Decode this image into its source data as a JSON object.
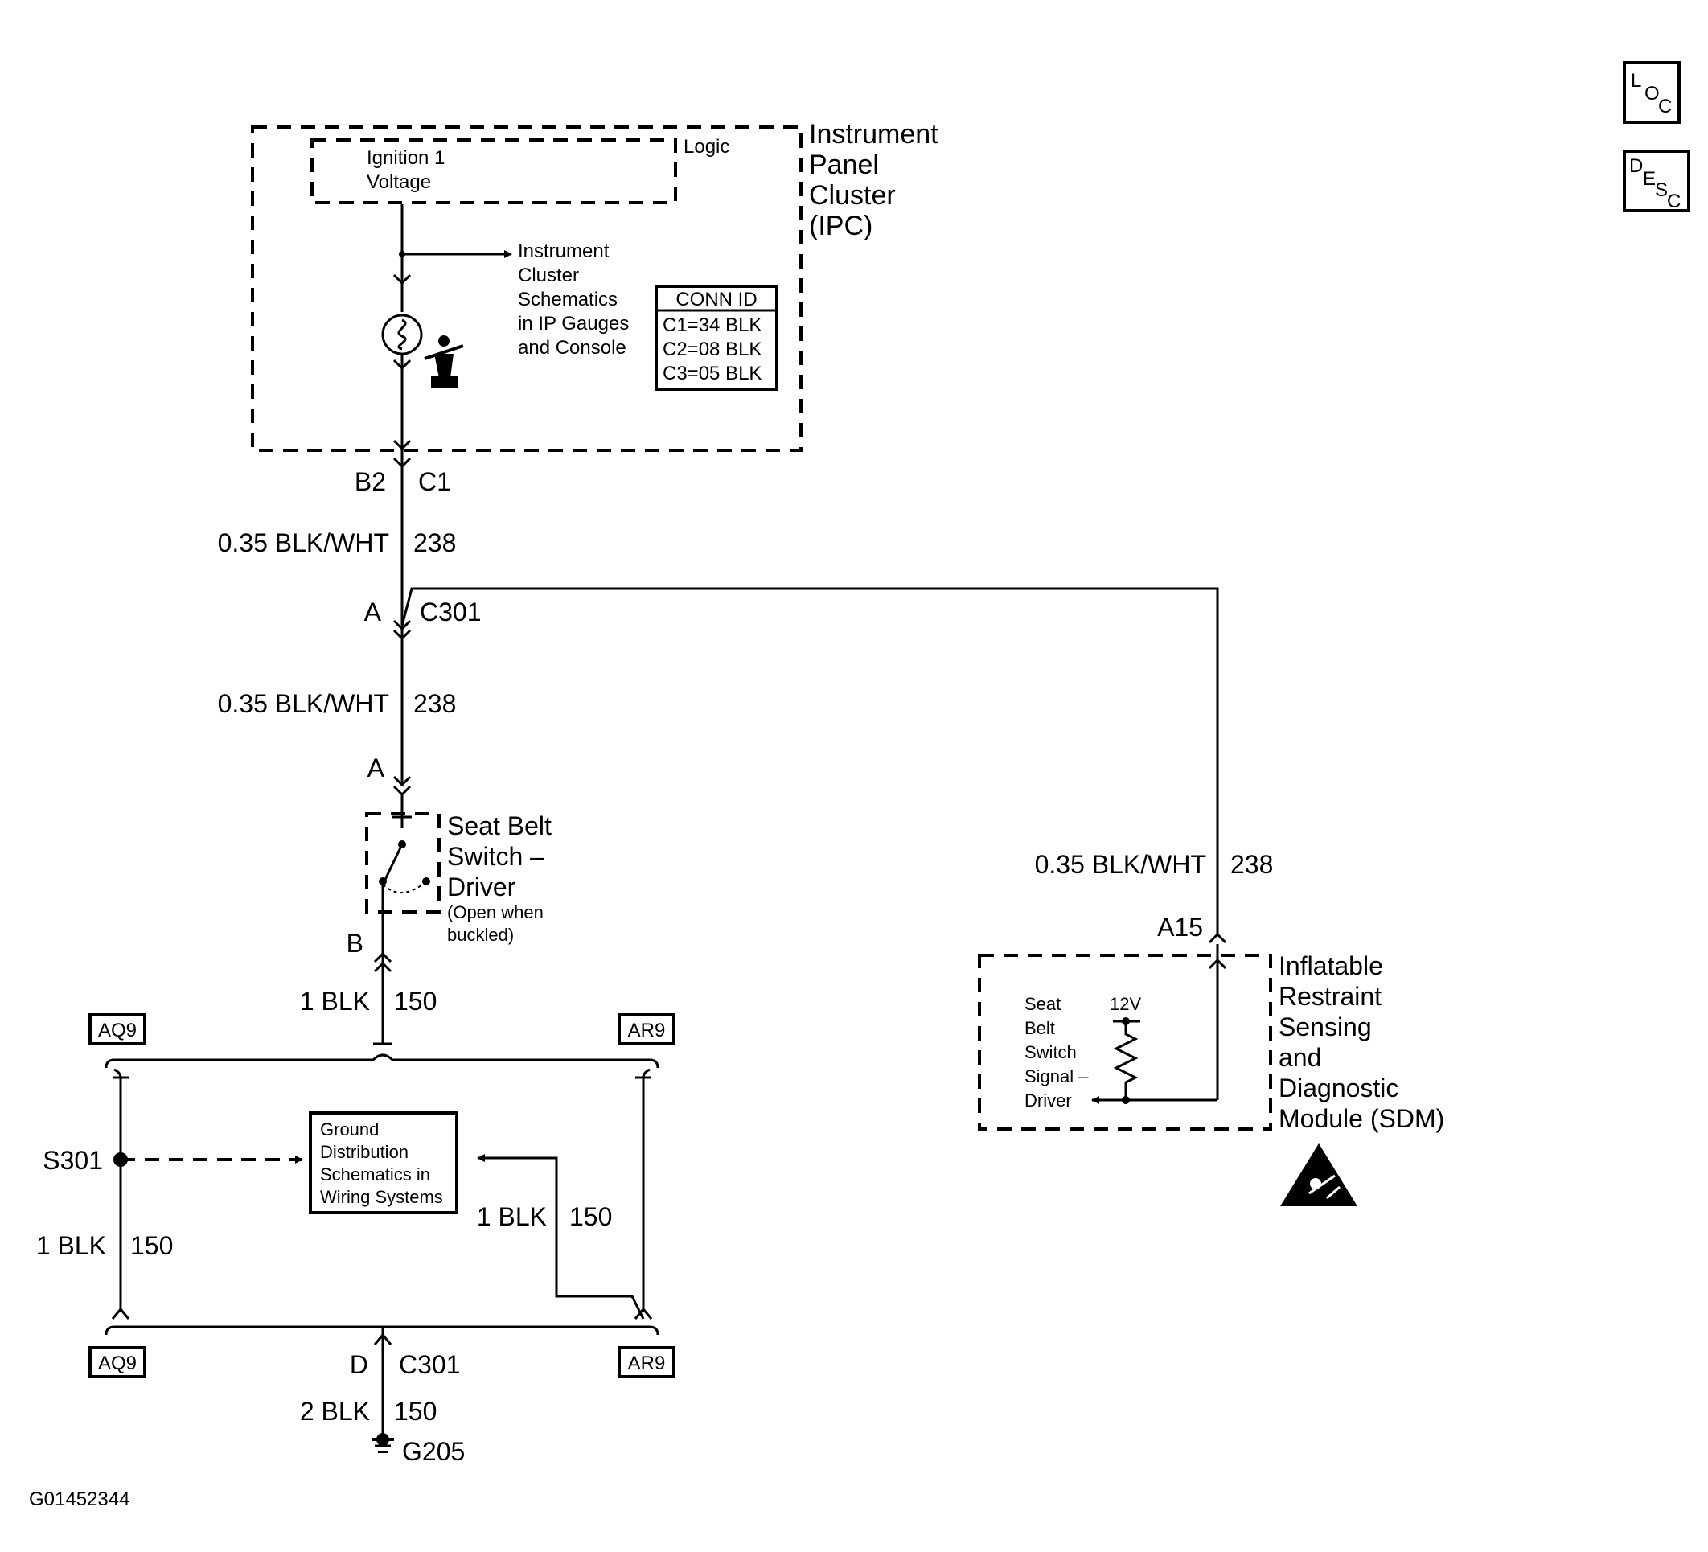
{
  "nav_icons": [
    {
      "name": "loc",
      "letters": [
        "L",
        "O",
        "C"
      ]
    },
    {
      "name": "desc",
      "letters": [
        "D",
        "E",
        "S",
        "C"
      ]
    }
  ],
  "ipc": {
    "title_lines": [
      "Instrument",
      "Panel",
      "Cluster",
      "(IPC)"
    ],
    "logic_label": "Logic",
    "ign_lines": [
      "Ignition 1",
      "Voltage"
    ],
    "ref_lines": [
      "Instrument",
      "Cluster",
      "Schematics",
      "in IP Gauges",
      "and Console"
    ],
    "conn_id": {
      "header": "CONN ID",
      "rows": [
        "C1=34 BLK",
        "C2=08 BLK",
        "C3=05 BLK"
      ]
    }
  },
  "wire_labels": {
    "b2": "B2",
    "c1": "C1",
    "w1_gauge": "0.35 BLK/WHT",
    "w1_circuit": "238",
    "a_c301": "A",
    "c301_top": "C301",
    "w2_gauge": "0.35 BLK/WHT",
    "w2_circuit": "238",
    "a_switch": "A",
    "b_switch": "B",
    "w3_gauge": "1 BLK",
    "w3_circuit": "150",
    "w_sdm_gauge": "0.35 BLK/WHT",
    "w_sdm_circuit": "238",
    "a15": "A15",
    "s301": "S301",
    "w4_gauge": "1 BLK",
    "w4_circuit": "150",
    "w5_gauge": "1 BLK",
    "w5_circuit": "150",
    "d_conn": "D",
    "c301_bottom": "C301",
    "w6_gauge": "2 BLK",
    "w6_circuit": "150",
    "g205": "G205"
  },
  "switch": {
    "title_lines": [
      "Seat Belt",
      "Switch –",
      "Driver"
    ],
    "note_lines": [
      "(Open when",
      "buckled)"
    ]
  },
  "option_tags": [
    "AQ9",
    "AR9",
    "AQ9",
    "AR9"
  ],
  "ground_ref_lines": [
    "Ground",
    "Distribution",
    "Schematics in",
    "Wiring Systems"
  ],
  "sdm": {
    "title_lines": [
      "Inflatable",
      "Restraint",
      "Sensing",
      "and",
      "Diagnostic",
      "Module (SDM)"
    ],
    "internal_lines": [
      "Seat",
      "Belt",
      "Switch",
      "Signal –",
      "Driver"
    ],
    "voltage": "12V"
  },
  "figure_id": "G01452344"
}
